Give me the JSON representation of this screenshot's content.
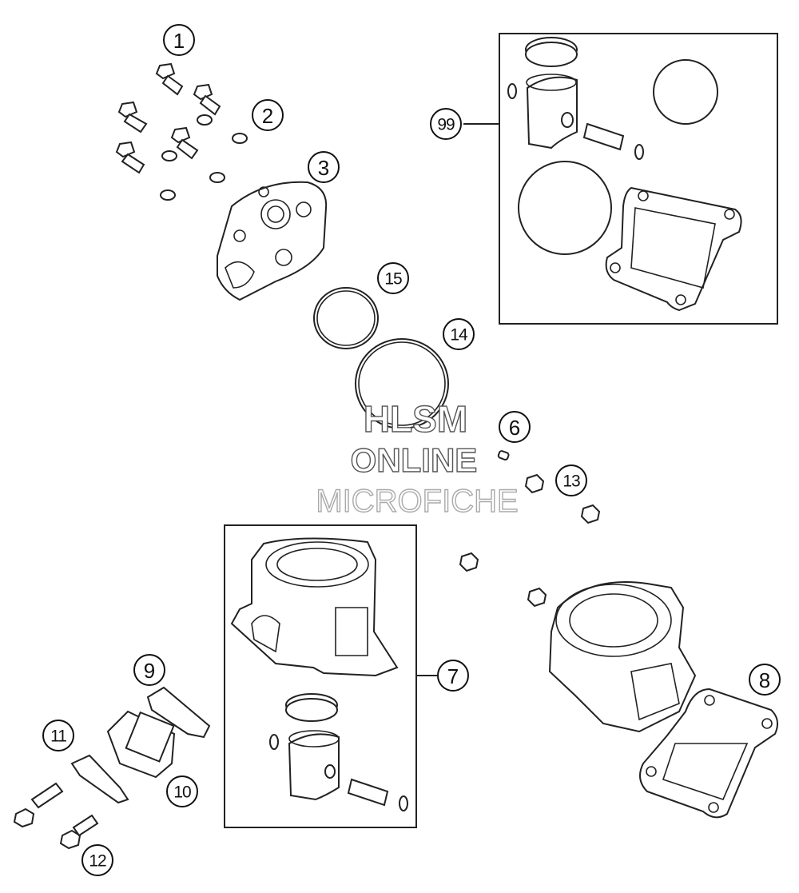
{
  "callouts": {
    "c1": "1",
    "c2": "2",
    "c3": "3",
    "c6": "6",
    "c7": "7",
    "c8": "8",
    "c9": "9",
    "c10": "10",
    "c11": "11",
    "c12": "12",
    "c13": "13",
    "c14": "14",
    "c15": "15",
    "c99": "99"
  },
  "watermark": {
    "line1": "HLSM",
    "line2": "ONLINE",
    "line3": "MICROFICHE"
  }
}
